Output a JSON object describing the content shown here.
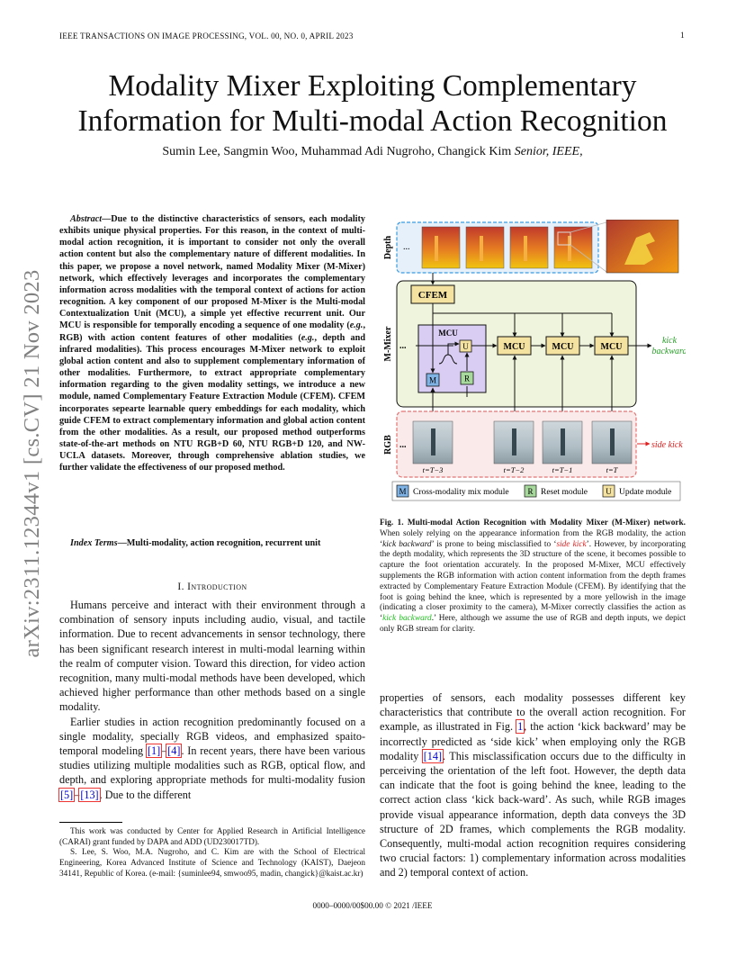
{
  "header": {
    "running_title": "IEEE TRANSACTIONS ON IMAGE PROCESSING, VOL. 00, NO. 0, APRIL 2023",
    "page_number": "1"
  },
  "arxiv_stamp": "arXiv:2311.12344v1  [cs.CV]  21 Nov 2023",
  "title_line1": "Modality Mixer Exploiting Complementary",
  "title_line2": "Information for Multi-modal Action Recognition",
  "authors": {
    "names": "Sumin Lee, Sangmin Woo, Muhammad Adi Nugroho, Changick Kim ",
    "suffix": "Senior, IEEE,"
  },
  "abstract": {
    "lead": "Abstract",
    "t1": "—Due to the distinctive characteristics of sensors, each modality exhibits unique physical properties. For this reason, in the context of multi-modal action recognition, it is important to consider not only the overall action content but also the complementary nature of different modalities. In this paper, we propose a novel network, named Modality Mixer (M-Mixer) network, which effectively leverages and incorporates the complementary information across modalities with the temporal context of actions for action recognition. A key component of our proposed M-Mixer is the Multi-modal Contextualization Unit (MCU), a simple yet effective recurrent unit. Our MCU is responsible for temporally encoding a sequence of one modality (",
    "eg1": "e.g.",
    "t2": ", RGB) with action content features of other modalities (",
    "eg2": "e.g.",
    "t3": ", depth and infrared modalities). This process encourages M-Mixer network to exploit global action content and also to supplement complementary information of other modalities. Furthermore, to extract appropriate complementary information regarding to the given modality settings, we introduce a new module, named Complementary Feature Extraction Module (CFEM). CFEM incorporates sepearte learnable query embeddings for each modality, which guide CFEM to extract complementary information and global action content from the other modalities. As a result, our proposed method outperforms state-of-the-art methods on NTU RGB+D 60, NTU RGB+D 120, and NW-UCLA datasets. Moreover, through comprehensive ablation studies, we further validate the effectiveness of our proposed method."
  },
  "index_terms": {
    "lead": "Index Terms",
    "text": "—Multi-modality, action recognition, recurrent unit"
  },
  "section_heading": "I. Introduction",
  "intro_left": {
    "p1": "Humans perceive and interact with their environment through a combination of sensory inputs including audio, visual, and tactile information. Due to recent advancements in sensor technology, there has been significant research interest in multi-modal learning within the realm of computer vision. Toward this direction, for video action recognition, many multi-modal methods have been developed, which achieved higher performance than other methods based on a single modality.",
    "p2a": "Earlier studies in action recognition predominantly focused on a single modality, specially RGB videos, and emphasized spaito-temporal modeling ",
    "c1": "[1]",
    "dash1": "–",
    "c4": "[4]",
    "p2b": ". In recent years, there have been various studies utilizing multiple modalities such as RGB, optical flow, and depth, and exploring appropriate methods for multi-modality fusion ",
    "c5": "[5]",
    "dash2": "–",
    "c13": "[13]",
    "p2c": ". Due to the different"
  },
  "intro_right": {
    "t1": "properties of sensors, each modality possesses different key characteristics that contribute to the overall action recognition. For example, as illustrated in Fig. ",
    "fig_ref": "1",
    "t2": ", the action ‘kick backward’ may be incorrectly predicted as ‘side kick’ when employing only the RGB modality ",
    "c14": "[14]",
    "t3": ". This misclassification occurs due to the difficulty in perceiving the orientation of the left foot. However, the depth data can indicate that the foot is going behind the knee, leading to the correct action class ‘kick back-ward’. As such, while RGB images provide visual appearance information, depth data conveys the 3D structure of 2D frames, which complements the RGB modality. Consequently, multi-modal action recognition requires considering two crucial factors: 1) complementary information across modalities and 2) temporal context of action."
  },
  "footnotes": {
    "f1": "This work was conducted by Center for Applied Research in Artificial Intelligence (CARAI) grant funded by DAPA and ADD (UD230017TD).",
    "f2": "S. Lee, S. Woo, M.A. Nugroho, and C. Kim are with the School of Electrical Engineering, Korea Advanced Institute of Science and Technology (KAIST), Daejeon 34141, Republic of Korea. (e-mail: {suminlee94, smwoo95, madin, changick}@kaist.ac.kr)"
  },
  "copyright": "0000–0000/00$00.00 © 2021 /IEEE",
  "figure": {
    "depth_label": "Depth",
    "mixer_label": "M-Mixer",
    "rgb_label": "RGB",
    "cfem": "CFEM",
    "mcu": "MCU",
    "u": "U",
    "m": "M",
    "r": "R",
    "ellipsis": "...",
    "pred_top_1": "kick",
    "pred_top_2": "backward",
    "pred_bottom": "side kick",
    "t1": "t=T−3",
    "t2": "t=T−2",
    "t3": "t=T−1",
    "t4": "t=T",
    "legend_m": "Cross-modality mix module",
    "legend_r": "Reset module",
    "legend_u": "Update module",
    "colors": {
      "depth_frame": "#3a9be0",
      "mixer_bg": "#eef5dc",
      "mcu_box": "#f4e2a0",
      "rgb_frame": "#e57373",
      "mcu_inner": "#d9cdf3"
    }
  },
  "caption": {
    "label": "Fig. 1.  Multi-modal Action Recognition with Modality Mixer (M-Mixer) network.",
    "t1": " When solely relying on the appearance information from the RGB modality, the action ‘",
    "kb1": "kick backward",
    "t2": "’ is prone to being misclassified to ‘",
    "sk": "side kick",
    "t3": "’. However, by incorporating the depth modality, which represents the 3D structure of the scene, it becomes possible to capture the foot orientation accurately. In the proposed M-Mixer, MCU effectively supplements the RGB information with action content information from the depth frames extracted by Complementary Feature Extraction Module (CFEM). By identifying that the foot is going behind the knee, which is represented by a more yellowish in the image (indicating a closer proximity to the camera), M-Mixer correctly classifies the action as ‘",
    "kb2": "kick backward",
    "t4": ".’ Here, although we assume the use of RGB and depth inputs, we depict only RGB stream for clarity."
  }
}
